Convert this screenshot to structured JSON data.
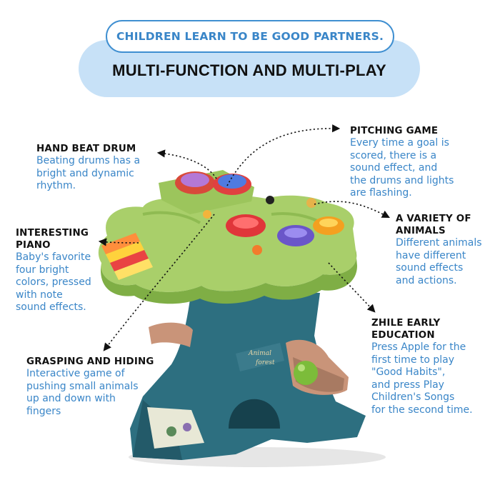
{
  "header": {
    "subheading": "CHILDREN LEARN TO BE GOOD PARTNERS.",
    "headline": "MULTI-FUNCTION AND MULTI-PLAY"
  },
  "features": {
    "hand_beat_drum": {
      "title": "HAND BEAT DRUM",
      "lines": [
        "Beating drums has a",
        "bright and dynamic",
        "rhythm."
      ]
    },
    "pitching_game": {
      "title": "PITCHING GAME",
      "lines": [
        "Every time a goal is",
        "scored, there is a",
        "sound effect, and",
        "the drums and lights",
        "are flashing."
      ]
    },
    "interesting_piano": {
      "title_lines": [
        "INTERESTING",
        "PIANO"
      ],
      "lines": [
        "Baby's favorite",
        "four bright",
        "colors, pressed",
        "with note",
        "sound effects."
      ]
    },
    "variety_of_animals": {
      "title_lines": [
        "A VARIETY OF",
        "ANIMALS"
      ],
      "lines": [
        "Different animals",
        "have different",
        "sound effects",
        "and actions."
      ]
    },
    "early_education": {
      "title_lines": [
        "ZHILE EARLY",
        "EDUCATION"
      ],
      "lines": [
        "Press Apple for the",
        "first time to play",
        "\"Good Habits\",",
        "and press Play",
        "Children's Songs",
        "for the second time."
      ]
    },
    "grasping_and_hiding": {
      "title": "GRASPING AND HIDING",
      "lines": [
        "Interactive game of",
        "pushing small animals",
        "up and down with",
        "fingers"
      ]
    }
  },
  "toy_sign": {
    "line1": "Animal",
    "line2": "forest"
  },
  "colors": {
    "accent_blue": "#3a86c8",
    "pill_light_blue": "#c7e1f7",
    "canopy_green": "#a9cf6a",
    "trunk_teal": "#2d6f80",
    "chute_tan": "#c99479"
  }
}
